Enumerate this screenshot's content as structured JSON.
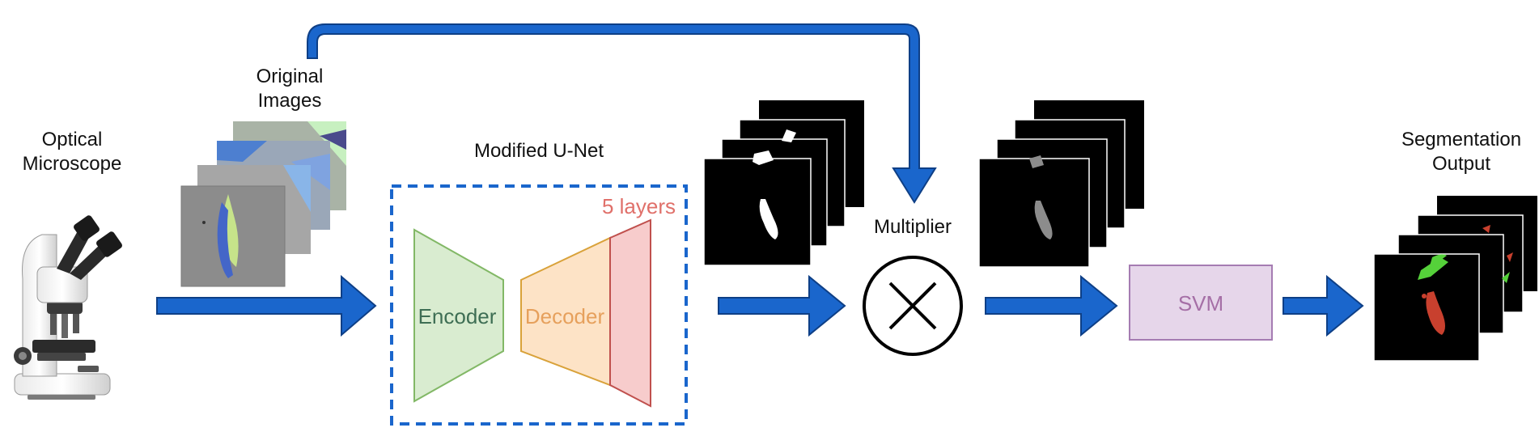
{
  "labels": {
    "microscope_line1": "Optical",
    "microscope_line2": "Microscope",
    "original_line1": "Original",
    "original_line2": "Images",
    "unet_title": "Modified U-Net",
    "layers_note": "5 layers",
    "encoder": "Encoder",
    "decoder": "Decoder",
    "multiplier": "Multiplier",
    "svm": "SVM",
    "output_line1": "Segmentation",
    "output_line2": "Output"
  },
  "colors": {
    "arrow_blue": "#1a66cc",
    "arrow_outline": "#0e3f86",
    "dashed_box": "#1a66cc",
    "encoder_fill": "#d9ecd0",
    "encoder_stroke": "#82b866",
    "decoder_fill": "#fde3c6",
    "decoder_stroke": "#d9a23a",
    "decoder_text": "#e6a05c",
    "layers_fill": "#f7cccc",
    "layers_stroke": "#c0504d",
    "layers_text": "#e0706a",
    "encoder_text": "#3e6e54",
    "svm_fill": "#e6d6ea",
    "svm_stroke": "#a57cb2",
    "svm_text": "#a56fa6",
    "mask_white": "#ffffff",
    "masked_gray": "#8c8c8c",
    "seg_green": "#55d13a",
    "seg_red": "#c8402e"
  },
  "icons": {
    "microscope": "microscope-icon",
    "multiplier": "multiply-circle-icon"
  }
}
